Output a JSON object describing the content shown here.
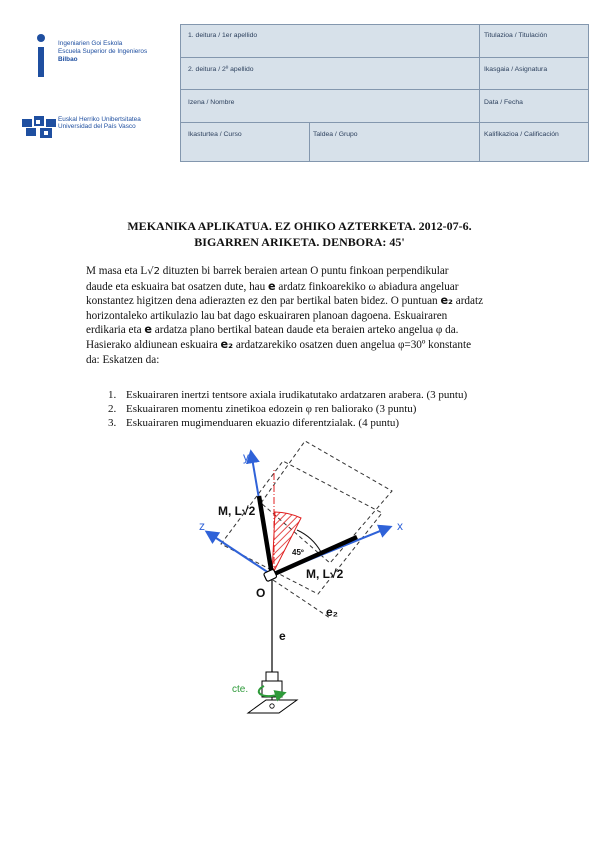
{
  "logos": {
    "school_line1": "Ingeniarien Goi Eskola",
    "school_line2": "Escuela Superior de Ingenieros",
    "school_line3": "Bilbao",
    "university_line1": "Euskal Herriko Unibertsitatea",
    "university_line2": "Universidad del País Vasco"
  },
  "form": {
    "surname1": "1. deitura / 1er apellido",
    "degree": "Titulazioa / Titulación",
    "surname2": "2. deitura / 2º apellido",
    "subject": "Ikasgaia / Asignatura",
    "name": "Izena / Nombre",
    "date": "Data / Fecha",
    "course": "Ikasturtea / Curso",
    "group": "Taldea / Grupo",
    "grade": "Kalifikazioa / Calificación"
  },
  "title": {
    "line1": "MEKANIKA APLIKATUA. EZ OHIKO AZTERKETA. 2012-07-6.",
    "line2": "BIGARREN ARIKETA. DENBORA: 45'"
  },
  "statement": {
    "l1a": "M masa eta L",
    "l1_sqrt": "√2",
    "l1b": " dituzten bi barrek beraien artean O puntu finkoan perpendikular",
    "l2a": "daude eta eskuaira bat osatzen dute, hau ",
    "l2_e": "e",
    "l2b": " ardatz finkoarekiko ω abiadura angeluar",
    "l3": "konstantez higitzen dena adierazten ez den par bertikal baten bidez. O puntuan ",
    "l3_e2": "e₂",
    "l3b": " ardatz",
    "l4": "horizontaleko artikulazio lau bat dago eskuairaren planoan dagoena. Eskuairaren",
    "l5a": "erdikaria eta ",
    "l5_e": "e",
    "l5b": " ardatza plano bertikal batean daude eta beraien arteko angelua φ da.",
    "l6a": "Hasierako aldiunean eskuaira ",
    "l6_e2": "e₂",
    "l6b": " ardatzarekiko osatzen duen angelua φ=30º konstante",
    "l7": "da: Eskatzen da:"
  },
  "questions": [
    {
      "num": "1.",
      "text": "Eskuairaren inertzi tentsore axiala irudikatutako ardatzaren arabera. (3 puntu)"
    },
    {
      "num": "2.",
      "text": "Eskuairaren momentu zinetikoa edozein φ ren baliorako (3 puntu)"
    },
    {
      "num": "3.",
      "text": "Eskuairaren mugimenduaren ekuazio diferentzialak. (4 puntu)"
    }
  ],
  "figure": {
    "axis_y": "y",
    "axis_x": "x",
    "axis_z": "z",
    "bar_left": "M, L√2",
    "bar_right": "M, L√2",
    "angle": "45º",
    "point": "O",
    "axis_e": "e",
    "axis_e2": "e₂",
    "torque": "cte."
  },
  "colors": {
    "accent_blue": "#1f4fa0",
    "form_fill": "#d7e1ea",
    "axis_blue": "#2f62d8",
    "hatch_red": "#e02020",
    "torque_green": "#2e9a3a"
  }
}
